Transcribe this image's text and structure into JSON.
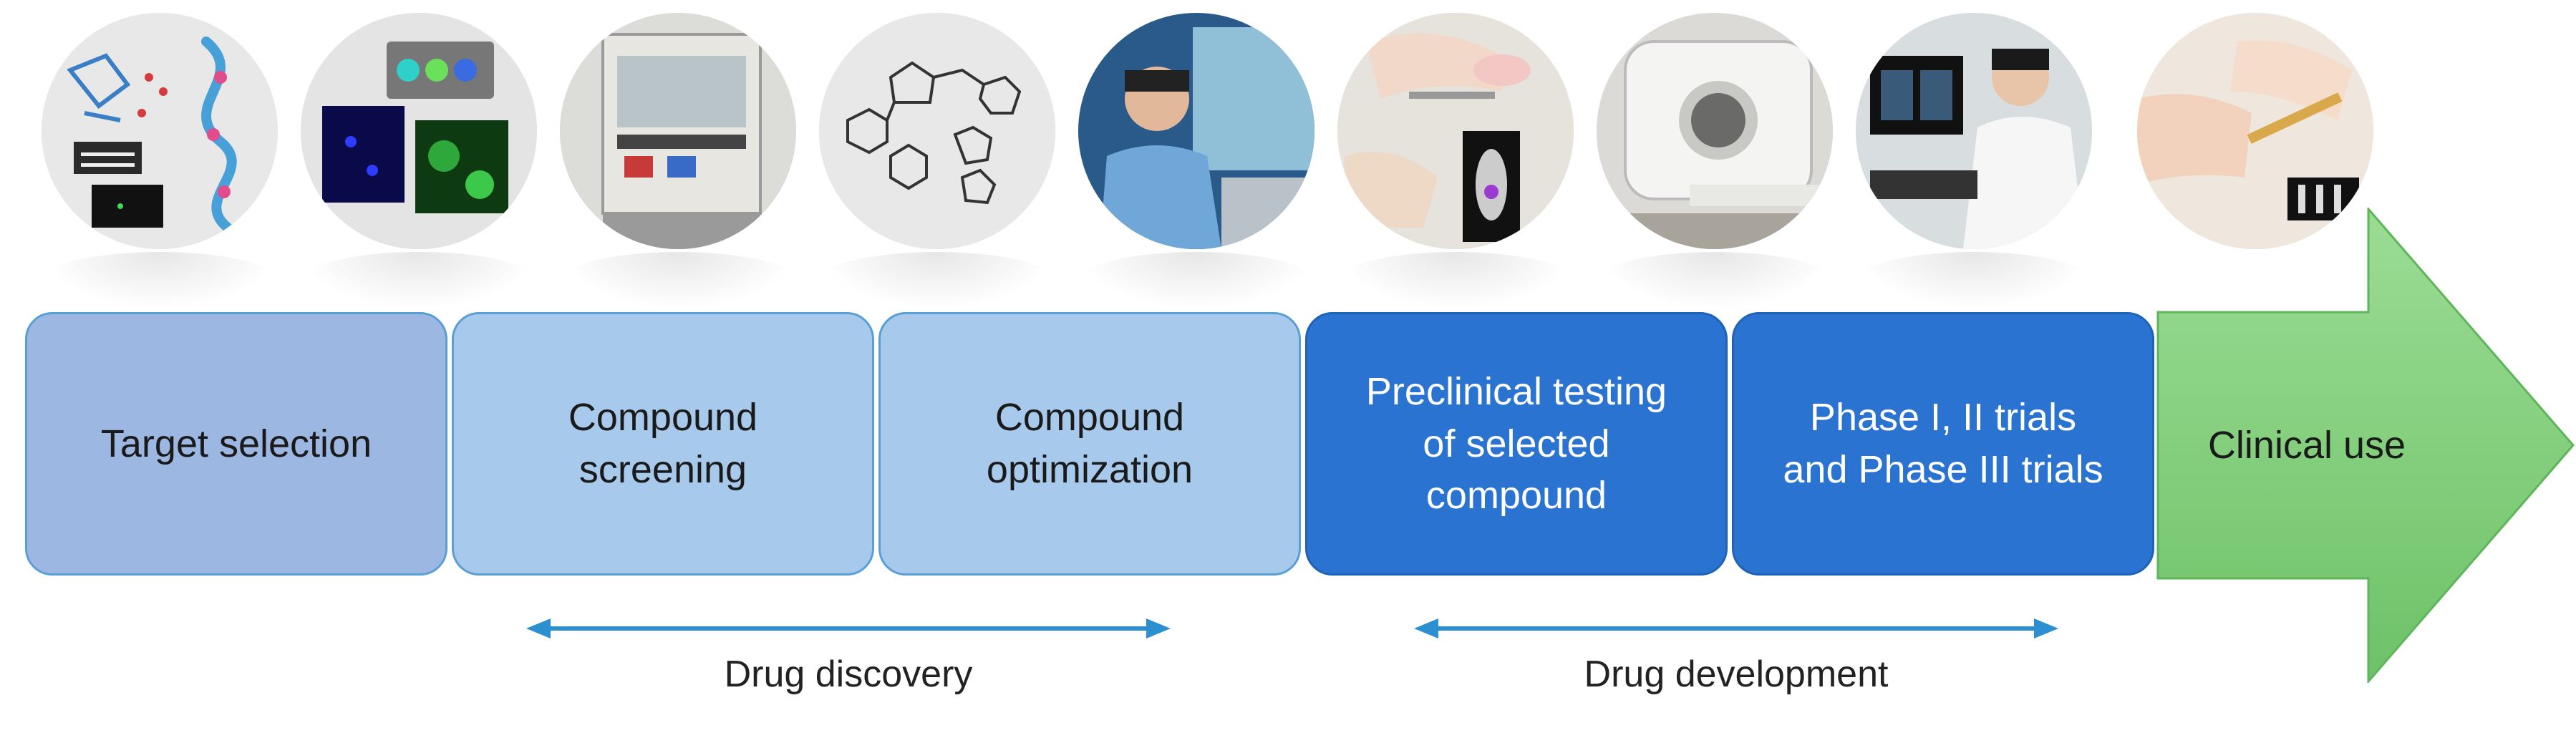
{
  "stages": [
    {
      "label": "Target selection",
      "fill": "#9db7e3"
    },
    {
      "label": "Compound\nscreening",
      "fill": "#a6c9ec"
    },
    {
      "label": "Compound\noptimization",
      "fill": "#a6c9ec"
    },
    {
      "label": "Preclinical testing\nof selected\ncompound",
      "fill": "#2a73d0"
    },
    {
      "label": "Phase I, II trials\nand Phase III trials",
      "fill": "#2a73d0"
    }
  ],
  "final_stage": {
    "label": "Clinical use",
    "fill": "#8fd48a"
  },
  "phases": [
    {
      "label": "Drug discovery"
    },
    {
      "label": "Drug development"
    }
  ],
  "colors": {
    "arrow_blue": "#2b8fd0",
    "green_arrow_border": "#5fb55a"
  }
}
